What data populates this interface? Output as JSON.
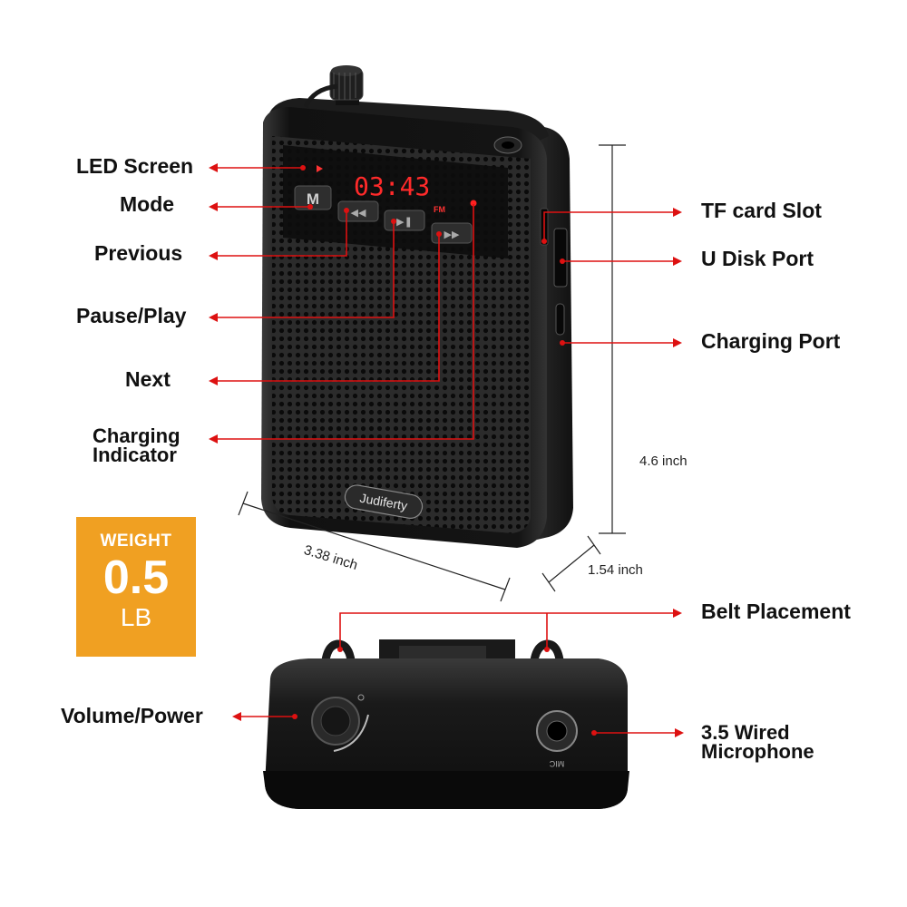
{
  "labels": {
    "led_screen": "LED Screen",
    "mode": "Mode",
    "previous": "Previous",
    "pause_play": "Pause/Play",
    "next": "Next",
    "charging_indicator_line1": "Charging",
    "charging_indicator_line2": "Indicator",
    "tf_card_slot": "TF card Slot",
    "u_disk_port": "U Disk Port",
    "charging_port": "Charging Port",
    "belt_placement": "Belt Placement",
    "volume_power": "Volume/Power",
    "mic_line1": "3.5 Wired",
    "mic_line2": "Microphone"
  },
  "dimensions": {
    "height": "4.6 inch",
    "width": "3.38 inch",
    "depth": "1.54 inch"
  },
  "weight": {
    "title": "WEIGHT",
    "value": "0.5",
    "unit": "LB"
  },
  "device": {
    "display_digits": "03:43",
    "fm_text": "FM",
    "mode_button": "M",
    "brand": "Judiferty",
    "mic_port_text": "MIC"
  },
  "colors": {
    "callout": "#dd1111",
    "badge": "#f0a022",
    "led": "#ff2a2a",
    "body": "#1a1a1a"
  }
}
